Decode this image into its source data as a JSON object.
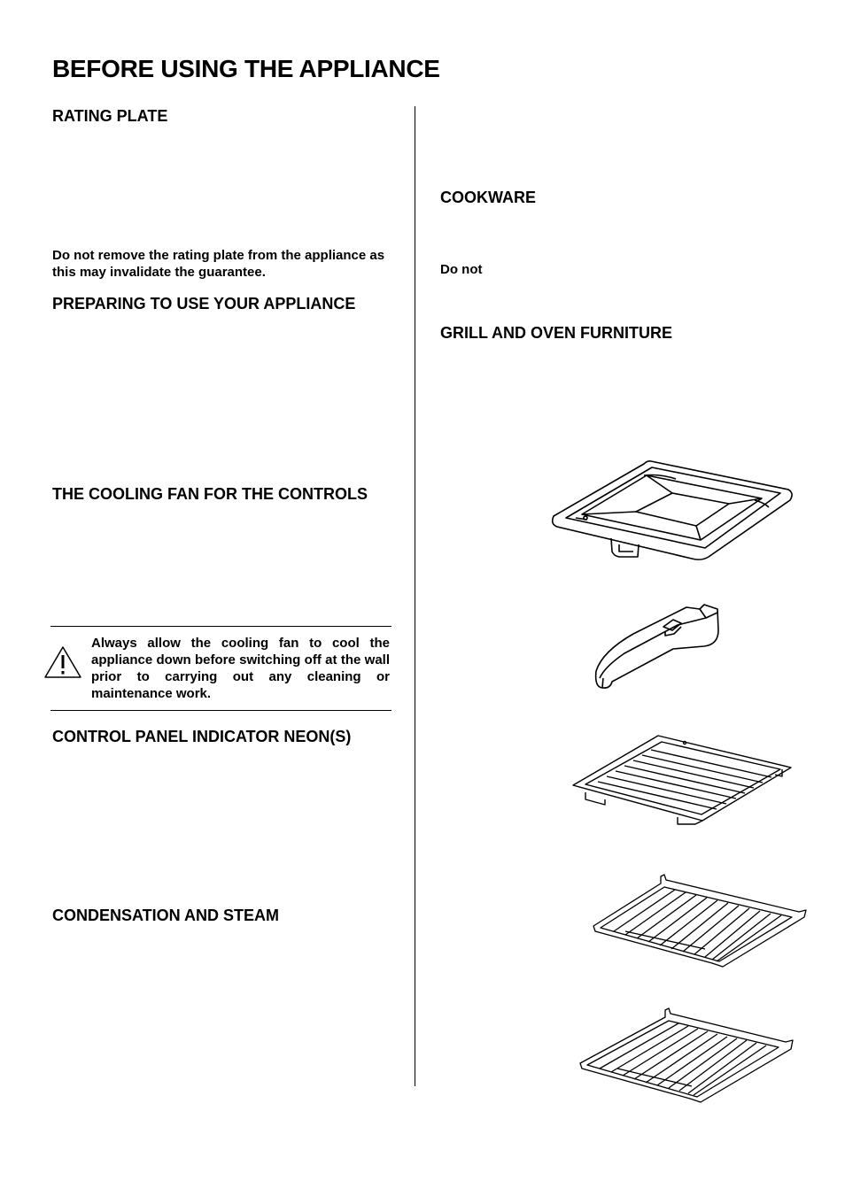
{
  "page": {
    "title": "BEFORE USING THE APPLIANCE"
  },
  "left": {
    "rating_plate": {
      "heading": "RATING PLATE",
      "note": "Do not remove the rating plate from the appliance as this may invalidate the guarantee."
    },
    "preparing": {
      "heading": "PREPARING TO USE YOUR APPLIANCE"
    },
    "cooling_fan": {
      "heading": "THE COOLING FAN FOR THE CONTROLS",
      "warning": "Always allow the cooling fan to cool the appliance down before switching off at the wall prior to carrying out any cleaning or maintenance work."
    },
    "neons": {
      "heading": "CONTROL PANEL INDICATOR NEON(S)"
    },
    "condensation": {
      "heading": "CONDENSATION AND STEAM"
    }
  },
  "right": {
    "cookware": {
      "heading": "COOKWARE",
      "note": "Do  not"
    },
    "furniture": {
      "heading": "GRILL AND OVEN FURNITURE",
      "items": [
        {
          "icon": "grill-pan-icon"
        },
        {
          "icon": "grill-pan-handle-icon"
        },
        {
          "icon": "grill-pan-grid-icon"
        },
        {
          "icon": "oven-shelf-icon"
        },
        {
          "icon": "oven-shelf-icon"
        }
      ]
    }
  }
}
